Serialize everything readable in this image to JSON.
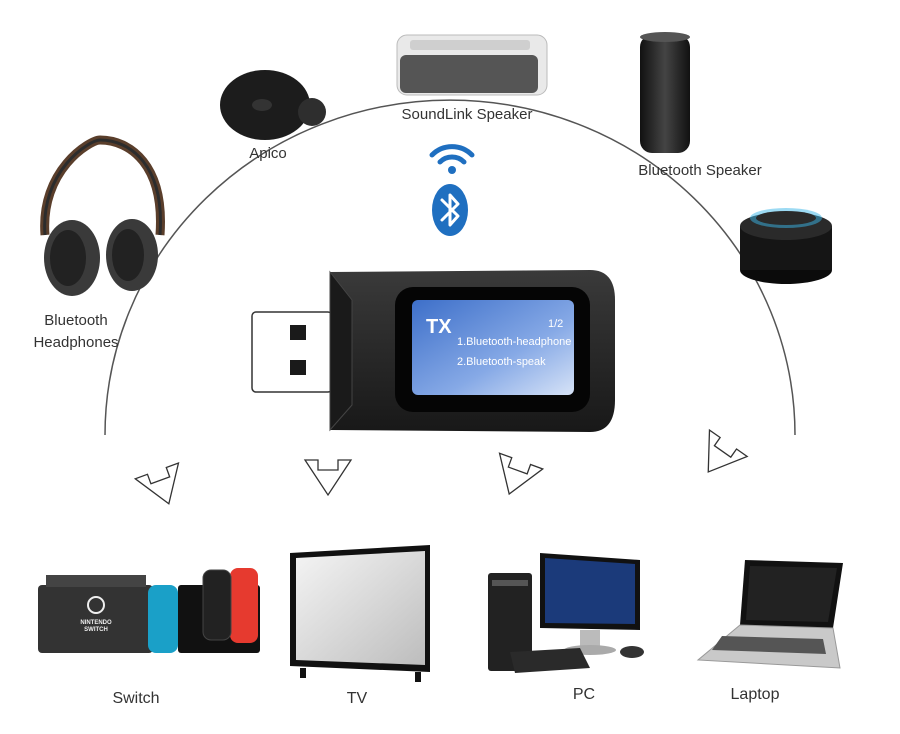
{
  "devices_top": {
    "apico": "Apico",
    "soundlink": "SoundLink Speaker",
    "bt_speaker": "Bluetooth Speaker",
    "headphones_line1": "Bluetooth",
    "headphones_line2": "Headphones"
  },
  "dongle": {
    "mode": "TX",
    "page": "1/2",
    "item1": "1.Bluetooth-headphone",
    "item2": "2.Bluetooth-speak"
  },
  "devices_bottom": {
    "switch": "Switch",
    "switch_logo": "NINTENDO SWITCH",
    "tv": "TV",
    "pc": "PC",
    "laptop": "Laptop"
  },
  "icons": [
    "wifi-icon",
    "bluetooth-icon",
    "arrow-down-icon"
  ],
  "colors": {
    "bluetooth_blue": "#1f6fc0",
    "screen_blue": "#6f9be0",
    "dongle_body": "#2a2a2a"
  }
}
